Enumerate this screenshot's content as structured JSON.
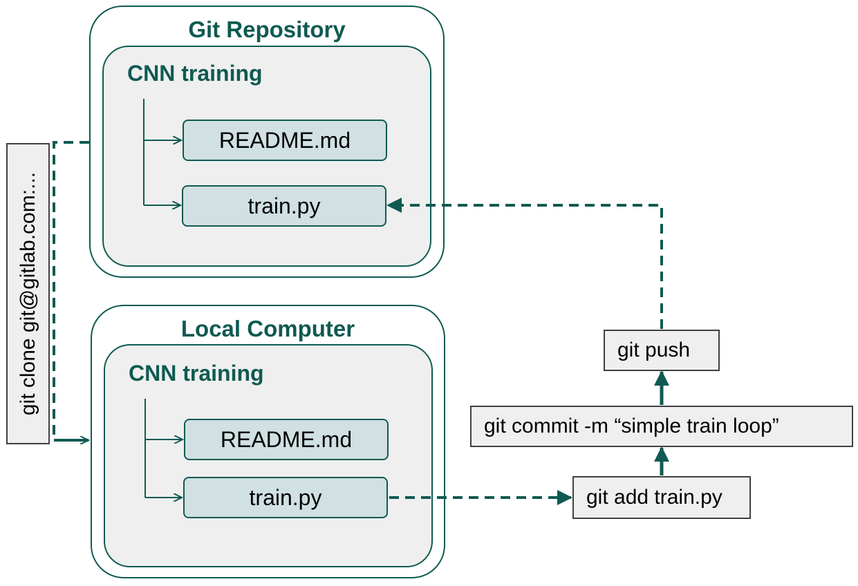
{
  "colors": {
    "accent": "#0f5a52",
    "inner_fill": "#efefef",
    "file_fill": "#d0e0e3",
    "cmd_border": "#404040"
  },
  "repo": {
    "title": "Git Repository",
    "folder": "CNN training",
    "files": [
      "README.md",
      "train.py"
    ]
  },
  "local": {
    "title": "Local Computer",
    "folder": "CNN training",
    "files": [
      "README.md",
      "train.py"
    ]
  },
  "clone_command": "git clone git@gitlab.com:...",
  "commands": {
    "add": "git add train.py",
    "commit": "git commit -m  “simple train loop”",
    "push": "git push"
  }
}
